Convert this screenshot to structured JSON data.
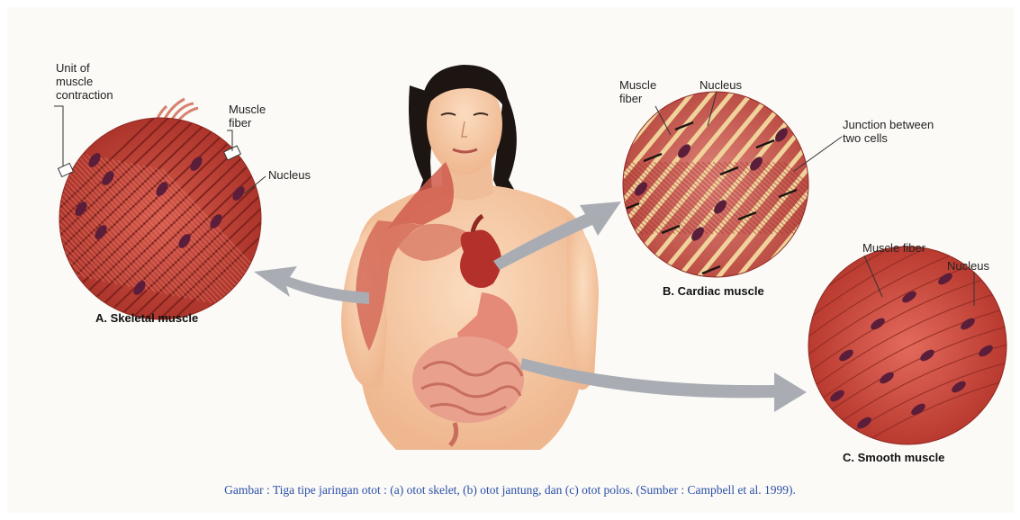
{
  "panels": {
    "skeletal": {
      "title": "A. Skeletal muscle",
      "labels": {
        "unit": "Unit of\nmuscle\ncontraction",
        "fiber": "Muscle\nfiber",
        "nucleus": "Nucleus"
      }
    },
    "cardiac": {
      "title": "B. Cardiac muscle",
      "labels": {
        "fiber": "Muscle\nfiber",
        "nucleus": "Nucleus",
        "junction": "Junction between\ntwo cells"
      }
    },
    "smooth": {
      "title": "C. Smooth muscle",
      "labels": {
        "fiber": "Muscle fiber",
        "nucleus": "Nucleus"
      }
    }
  },
  "caption": "Gambar : Tiga tipe jaringan otot : (a) otot skelet, (b) otot jantung, dan (c) otot polos. (Sumber : Campbell et al. 1999).",
  "colors": {
    "muscle": "#c8463c",
    "muscle_dark": "#8f2a24",
    "skin": "#f5c9a4",
    "hair": "#1c1512",
    "arrow": "#a9adb3",
    "caption": "#2a4fa8"
  }
}
